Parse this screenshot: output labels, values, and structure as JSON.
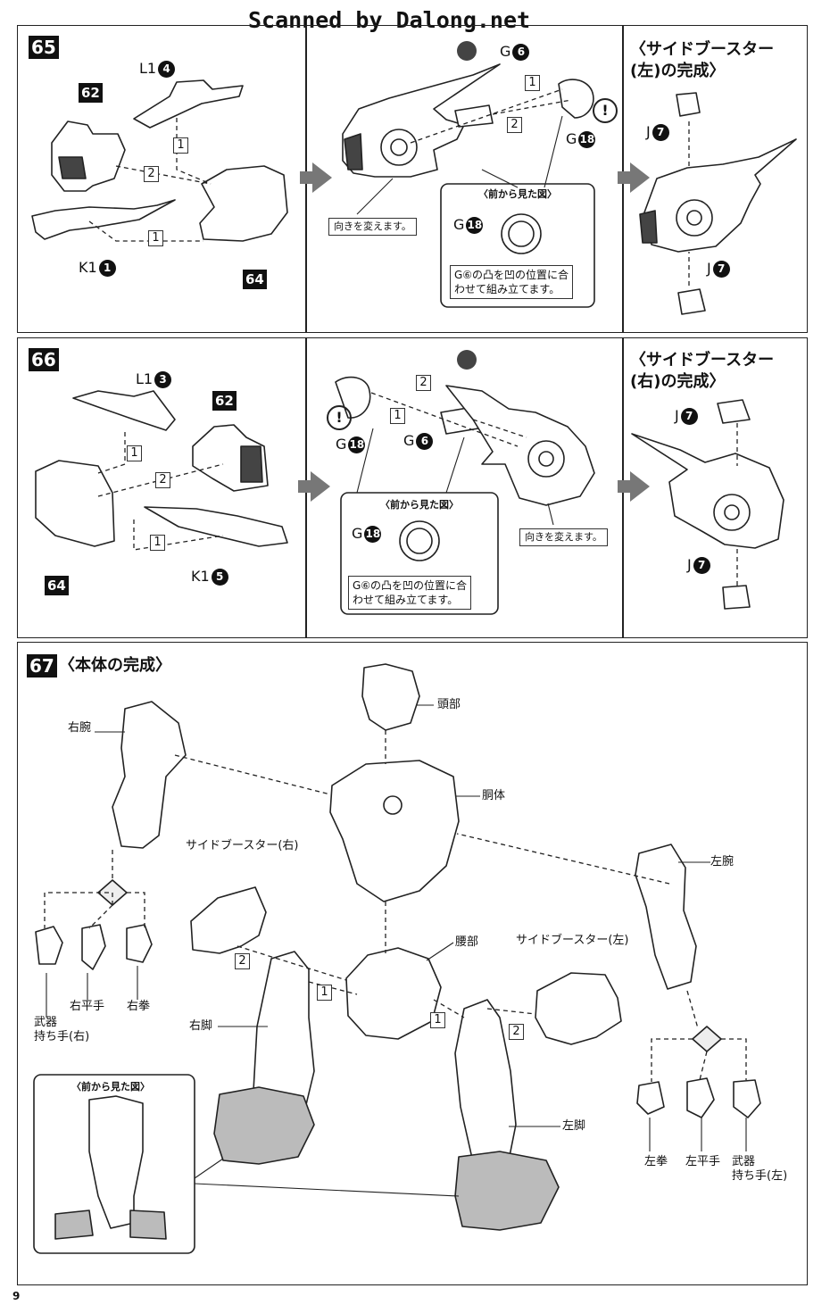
{
  "header": {
    "watermark": "Scanned by Dalong.net"
  },
  "page_number": "9",
  "step65": {
    "number": "65",
    "parts": {
      "p62": "62",
      "p64": "64",
      "l1": "L1",
      "l1_num": "4",
      "k1": "K1",
      "k1_num": "1",
      "g6": "G",
      "g6_num": "6",
      "g18": "G",
      "g18_num": "18",
      "j_top": "J",
      "j_top_num": "7",
      "j_bot": "J",
      "j_bot_num": "7"
    },
    "order": {
      "o1a": "1",
      "o2": "2",
      "o1b": "1",
      "o1c": "1",
      "o2b": "2"
    },
    "note_orient": "向きを変えます。",
    "front_view_title": "〈前から見た図〉",
    "front_g": "G",
    "front_g_num": "18",
    "align_note_line1": "G⑥の凸を凹の位置に合",
    "align_note_line2": "わせて組み立てます。",
    "title_line1": "〈サイドブースター",
    "title_line2": "(左)の完成〉"
  },
  "step66": {
    "number": "66",
    "parts": {
      "p62": "62",
      "p64": "64",
      "l1": "L1",
      "l1_num": "3",
      "k1": "K1",
      "k1_num": "5",
      "g18": "G",
      "g18_num": "18",
      "g6": "G",
      "g6_num": "6",
      "j_top": "J",
      "j_top_num": "7",
      "j_bot": "J",
      "j_bot_num": "7"
    },
    "order": {
      "o1a": "1",
      "o2": "2",
      "o1b": "1",
      "o2b": "2",
      "o1c": "1"
    },
    "note_orient": "向きを変えます。",
    "front_view_title": "〈前から見た図〉",
    "front_g": "G",
    "front_g_num": "18",
    "align_note_line1": "G⑥の凸を凹の位置に合",
    "align_note_line2": "わせて組み立てます。",
    "title_line1": "〈サイドブースター",
    "title_line2": "(右)の完成〉"
  },
  "step67": {
    "number": "67",
    "title": "〈本体の完成〉",
    "labels": {
      "head": "頭部",
      "torso": "胴体",
      "right_arm": "右腕",
      "left_arm": "左腕",
      "waist": "腰部",
      "booster_right": "サイドブースター(右)",
      "booster_left": "サイドブースター(左)",
      "right_leg": "右脚",
      "left_leg": "左脚",
      "right_flat_hand": "右平手",
      "right_fist": "右拳",
      "weapon_hand_right_1": "武器",
      "weapon_hand_right_2": "持ち手(右)",
      "left_fist": "左拳",
      "left_flat_hand": "左平手",
      "weapon_hand_left_1": "武器",
      "weapon_hand_left_2": "持ち手(左)",
      "front_view": "〈前から見た図〉"
    },
    "order": {
      "a2": "2",
      "a1": "1",
      "b1": "1",
      "b2": "2"
    }
  }
}
